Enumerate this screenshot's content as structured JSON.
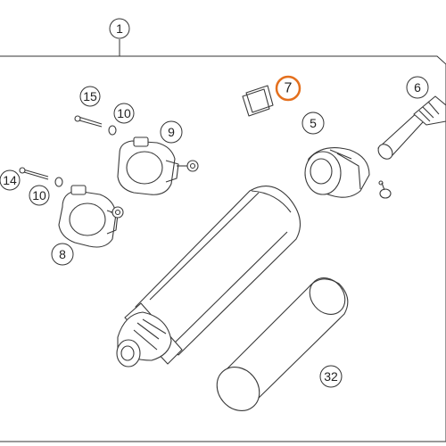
{
  "callouts": {
    "c1": "1",
    "c6": "6",
    "c7": "7",
    "c5": "5",
    "c15": "15",
    "c10a": "10",
    "c9": "9",
    "c14": "14",
    "c10b": "10",
    "c8": "8",
    "c32": "32"
  },
  "highlight_color": "#e4701e"
}
